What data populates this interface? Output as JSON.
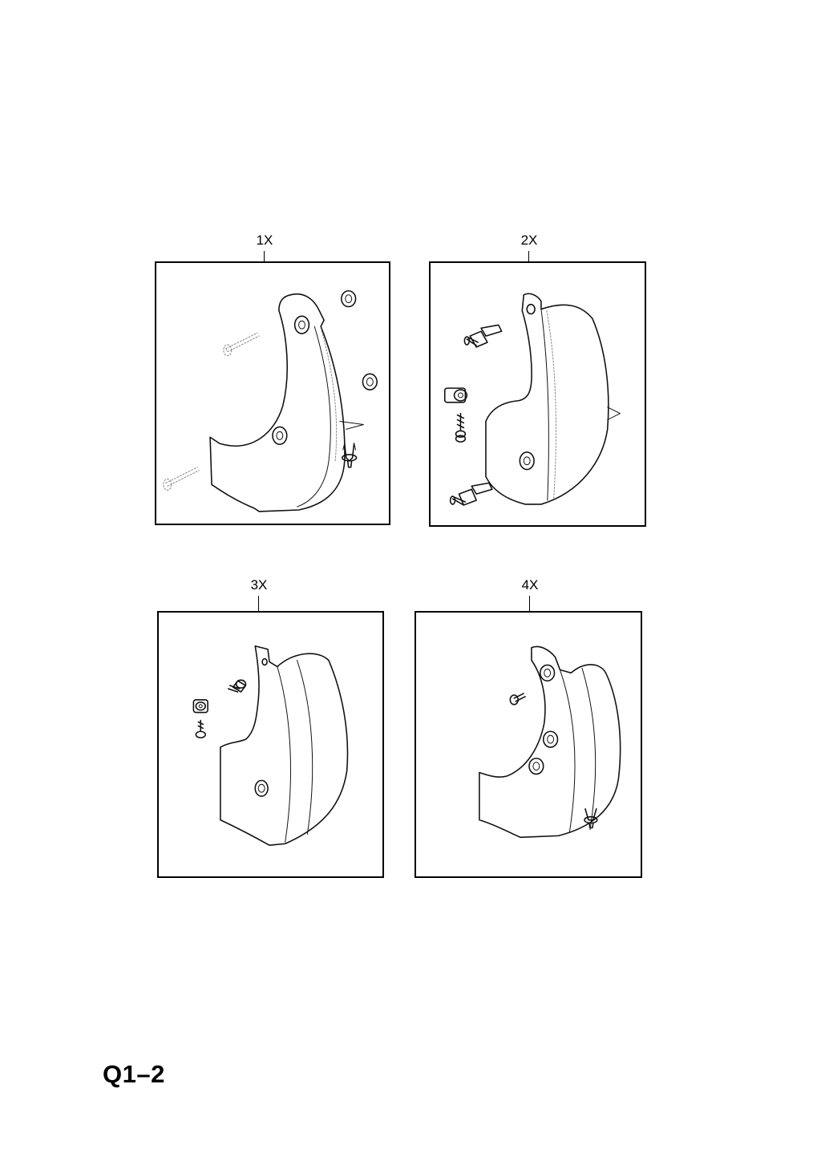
{
  "panels": [
    {
      "id": "1",
      "label": "1X"
    },
    {
      "id": "2",
      "label": "2X"
    },
    {
      "id": "3",
      "label": "3X"
    },
    {
      "id": "4",
      "label": "4X"
    }
  ],
  "page_code": "Q1–2"
}
